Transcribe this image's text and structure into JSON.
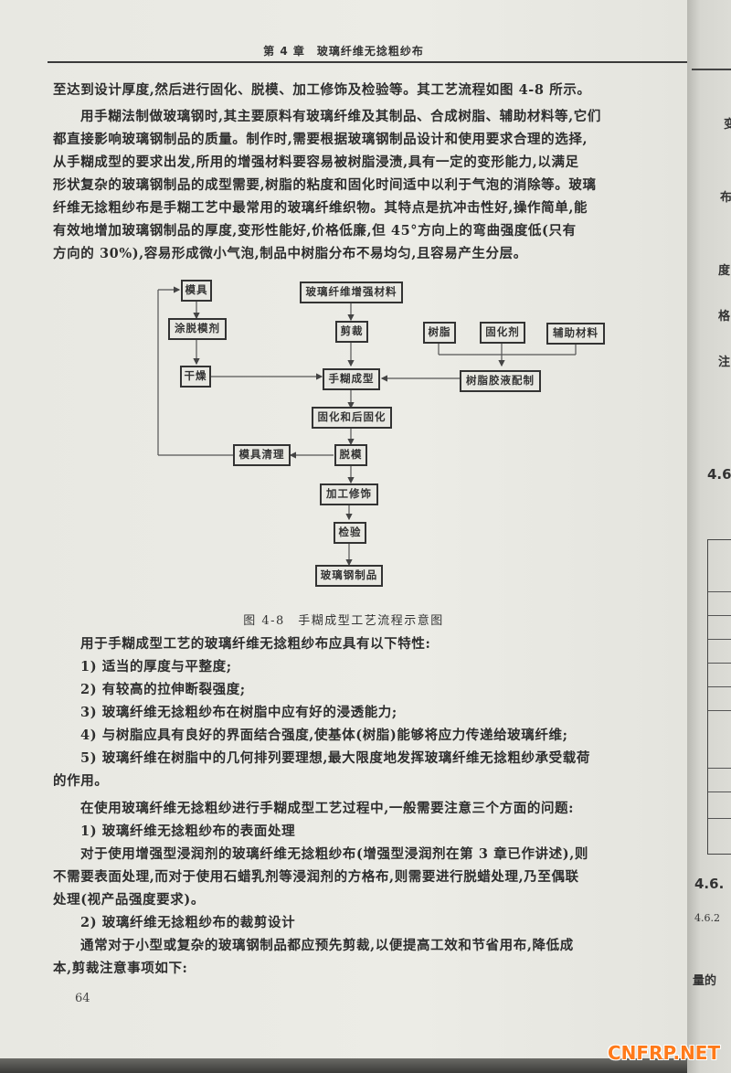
{
  "running_head": "第 4 章　玻璃纤维无捻粗纱布",
  "paragraph1": {
    "lines": [
      "至达到设计厚度,然后进行固化、脱模、加工修饰及检验等。其工艺流程如图 4-8 所示。"
    ]
  },
  "paragraph2": {
    "lines": [
      "用手糊法制做玻璃钢时,其主要原料有玻璃纤维及其制品、合成树脂、辅助材料等,它们",
      "都直接影响玻璃钢制品的质量。制作时,需要根据玻璃钢制品设计和使用要求合理的选择,",
      "从手糊成型的要求出发,所用的增强材料要容易被树脂浸渍,具有一定的变形能力,以满足",
      "形状复杂的玻璃钢制品的成型需要,树脂的粘度和固化时间适中以利于气泡的消除等。玻璃",
      "纤维无捻粗纱布是手糊工艺中最常用的玻璃纤维织物。其特点是抗冲击性好,操作简单,能",
      "有效地增加玻璃钢制品的厚度,变形性能好,价格低廉,但 45°方向上的弯曲强度低(只有",
      "方向的 30%),容易形成微小气泡,制品中树脂分布不易均匀,且容易产生分层。"
    ]
  },
  "figure": {
    "caption": "图 4-8　手糊成型工艺流程示意图",
    "nodes": {
      "mold": "模具",
      "release_agent": "涂脱模剂",
      "dry": "干燥",
      "glass_reinforcement": "玻璃纤维增强材料",
      "cutting": "剪裁",
      "resin": "树脂",
      "curing_agent": "固化剂",
      "auxiliary": "辅助材料",
      "hand_layup": "手糊成型",
      "resin_mix": "树脂胶液配制",
      "cure_postcure": "固化和后固化",
      "mold_cleaning": "模具清理",
      "demold": "脱模",
      "finishing": "加工修饰",
      "inspection": "检验",
      "product": "玻璃钢制品"
    }
  },
  "paragraph3": {
    "lines": [
      "用于手糊成型工艺的玻璃纤维无捻粗纱布应具有以下特性:",
      "1) 适当的厚度与平整度;",
      "2) 有较高的拉伸断裂强度;",
      "3) 玻璃纤维无捻粗纱布在树脂中应有好的浸透能力;",
      "4) 与树脂应具有良好的界面结合强度,使基体(树脂)能够将应力传递给玻璃纤维;",
      "5) 玻璃纤维在树脂中的几何排列要理想,最大限度地发挥玻璃纤维无捻粗纱承受载荷",
      "的作用。"
    ]
  },
  "paragraph4": {
    "lines": [
      "在使用玻璃纤维无捻粗纱进行手糊成型工艺过程中,一般需要注意三个方面的问题:",
      "1) 玻璃纤维无捻粗纱布的表面处理",
      "对于使用增强型浸润剂的玻璃纤维无捻粗纱布(增强型浸润剂在第 3 章已作讲述),则",
      "不需要表面处理,而对于使用石蜡乳剂等浸润剂的方格布,则需要进行脱蜡处理,乃至偶联",
      "处理(视产品强度要求)。",
      "2) 玻璃纤维无捻粗纱布的裁剪设计",
      "通常对于小型或复杂的玻璃钢制品都应预先剪裁,以便提高工效和节省用布,降低成",
      "本,剪裁注意事项如下:"
    ]
  },
  "page_number": "64",
  "right_page": {
    "fragments": [
      "变",
      "布",
      "度",
      "格",
      "注",
      "4.6",
      "4.6.",
      "4.6.2",
      "量的"
    ]
  },
  "watermark": "CNFRP.NET"
}
